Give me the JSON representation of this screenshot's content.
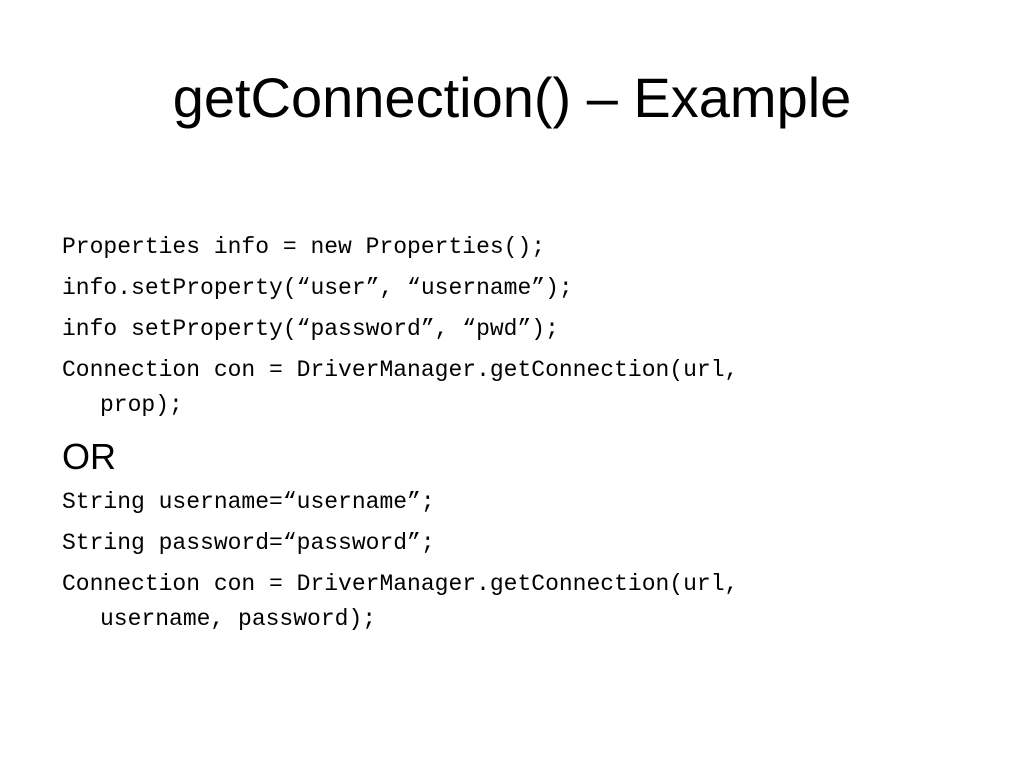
{
  "slide": {
    "title": "getConnection() – Example",
    "block1": [
      "Properties info = new Properties();",
      "info.setProperty(“user”, “username”);",
      "info setProperty(“password”, “pwd”);"
    ],
    "block1_wrapped": {
      "first": "Connection con = DriverManager.getConnection(url,",
      "continuation": "prop);"
    },
    "separator": "OR",
    "block2": [
      "String username=“username”;",
      "String password=“password”;"
    ],
    "block2_wrapped": {
      "first": "Connection con = DriverManager.getConnection(url,",
      "continuation": "username, password);"
    }
  }
}
